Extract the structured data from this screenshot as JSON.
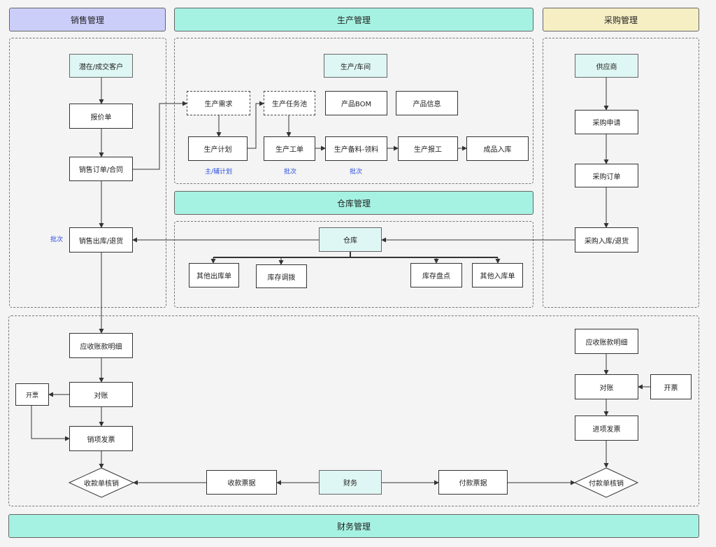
{
  "headers": {
    "sales": "销售管理",
    "production": "生产管理",
    "purchase": "采购管理",
    "warehouse": "仓库管理",
    "finance": "财务管理"
  },
  "colors": {
    "sales_header": "#cccefa",
    "production_header": "#a6f2e2",
    "purchase_header": "#f6efc3",
    "teal_node": "#dff7f4",
    "note_blue": "#2c4fe0"
  },
  "nodes": {
    "customer": "潜在/成交客户",
    "quote": "报价单",
    "sales_order": "销售订单/合同",
    "sales_out": "销售出库/退货",
    "workshop": "生产/车间",
    "prod_demand": "生产需求",
    "task_pool": "生产任务池",
    "bom": "产品BOM",
    "product_info": "产品信息",
    "prod_plan": "生产计划",
    "work_order": "生产工单",
    "material_prep": "生产备料-领料",
    "prod_report": "生产报工",
    "finished_in": "成品入库",
    "supplier": "供应商",
    "purchase_request": "采购申请",
    "purchase_order": "采购订单",
    "purchase_in": "采购入库/退货",
    "warehouse": "仓库",
    "other_out": "其他出库单",
    "transfer": "库存调拨",
    "stocktake": "库存盘点",
    "other_in": "其他入库单",
    "ar_detail": "应收账款明细",
    "reconcile_left": "对账",
    "invoice_left": "开票",
    "sales_invoice": "销项发票",
    "receipt_verify": "收款单核销",
    "receipt_bill": "收款票据",
    "finance": "财务",
    "payment_bill": "付款票据",
    "payment_verify": "付款单核销",
    "ap_detail": "应收账款明细",
    "reconcile_right": "对账",
    "invoice_right": "开票",
    "input_invoice": "进项发票"
  },
  "notes": {
    "batch_sales": "批次",
    "plan_type": "主/辅计划",
    "batch_workorder": "批次",
    "batch_material": "批次"
  }
}
